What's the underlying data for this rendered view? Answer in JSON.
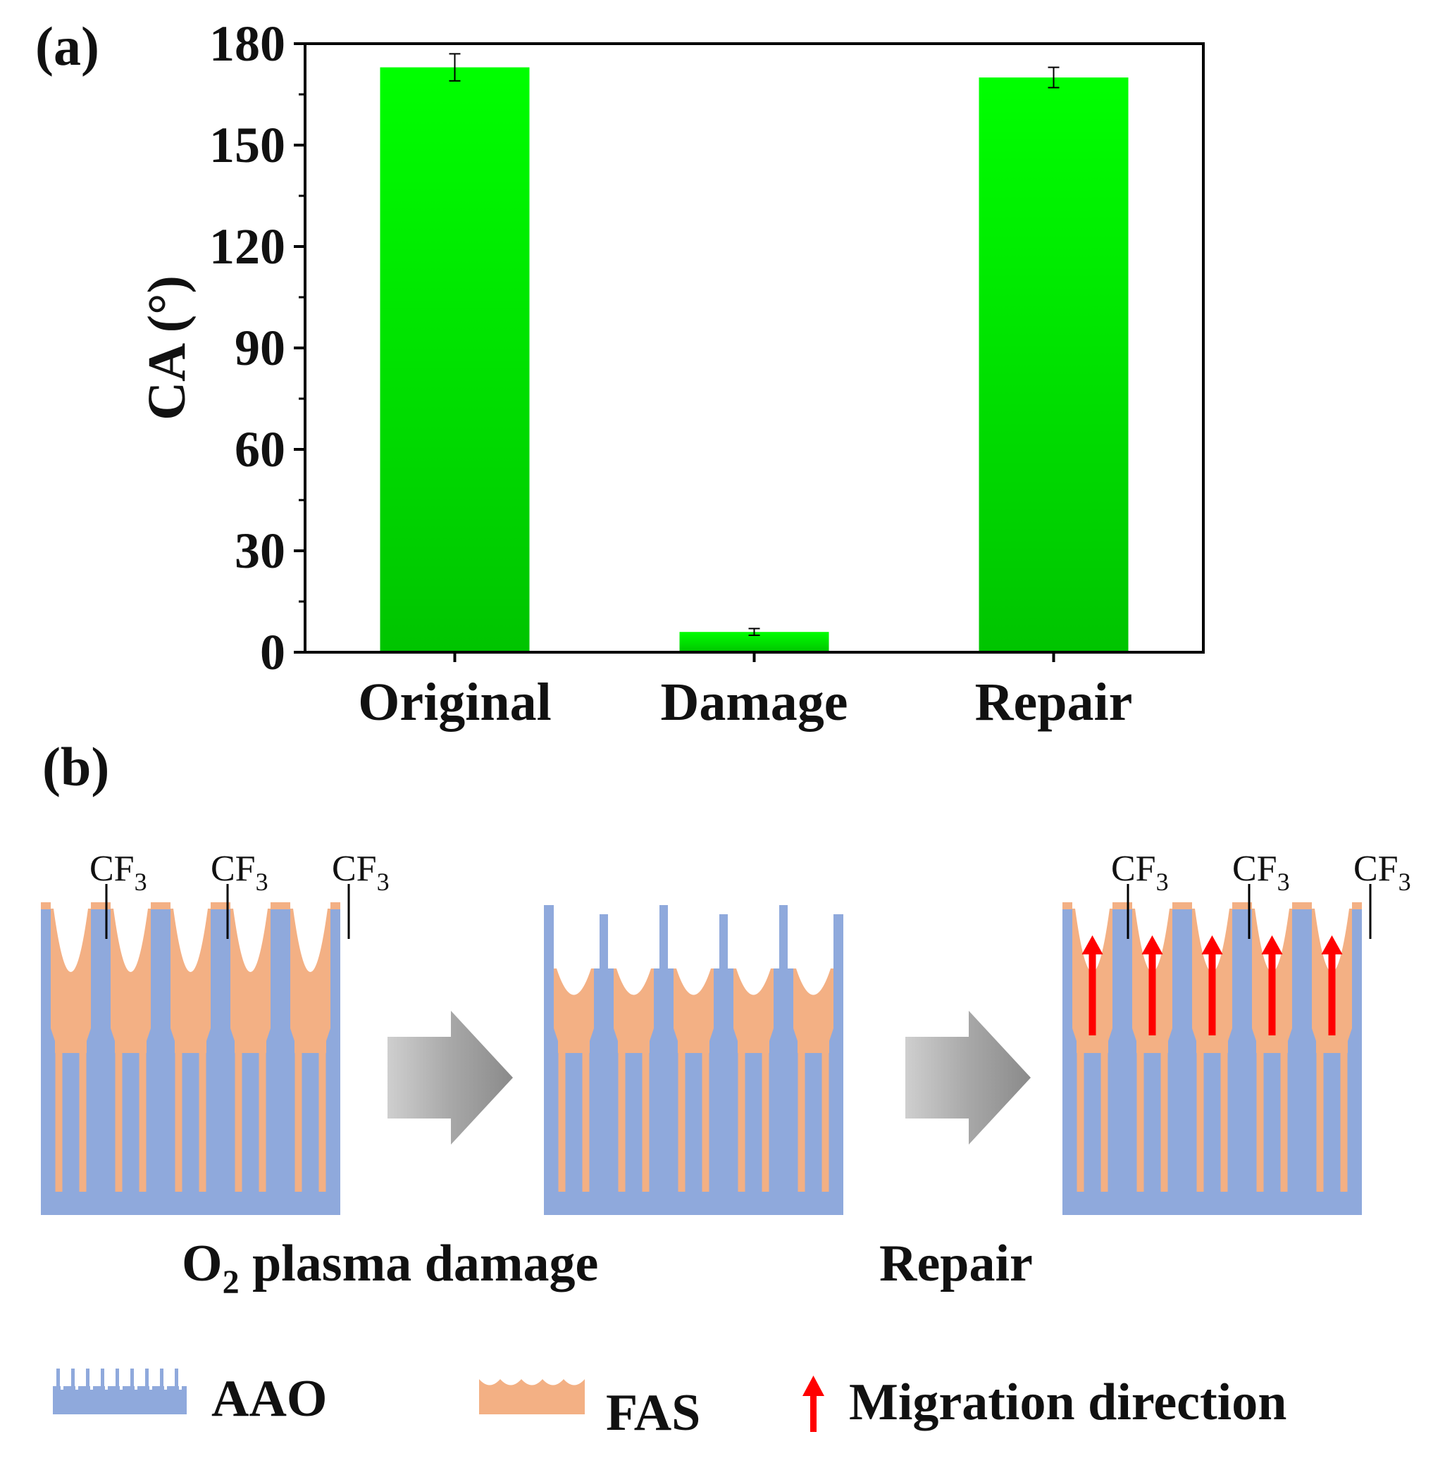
{
  "panel_a_label": "(a)",
  "panel_b_label": "(b)",
  "chart_data": {
    "type": "bar",
    "title": "",
    "xlabel": "",
    "ylabel": "CA (°)",
    "categories": [
      "Original",
      "Damage",
      "Repair"
    ],
    "values": [
      173,
      6,
      170
    ],
    "errors": [
      4,
      1,
      3
    ],
    "ylim": [
      0,
      180
    ],
    "yticks": [
      0,
      30,
      60,
      90,
      120,
      150,
      180
    ],
    "grid": false,
    "bar_color_top": "#00ff00",
    "bar_color_bottom": "#00c400"
  },
  "diagram": {
    "cf3": "CF",
    "cf3_sub": "3",
    "arrow1_caption_main": "O",
    "arrow1_caption_sub": "2",
    "arrow1_caption_rest": " plasma damage",
    "arrow2_caption": "Repair",
    "legend": {
      "aao": "AAO",
      "fas": "FAS",
      "migration": "Migration direction"
    },
    "colors": {
      "aao": "#8fa9dc",
      "fas": "#f3b084",
      "arrow": "#ff0000",
      "process_arrow": "#a6a6a6"
    }
  }
}
